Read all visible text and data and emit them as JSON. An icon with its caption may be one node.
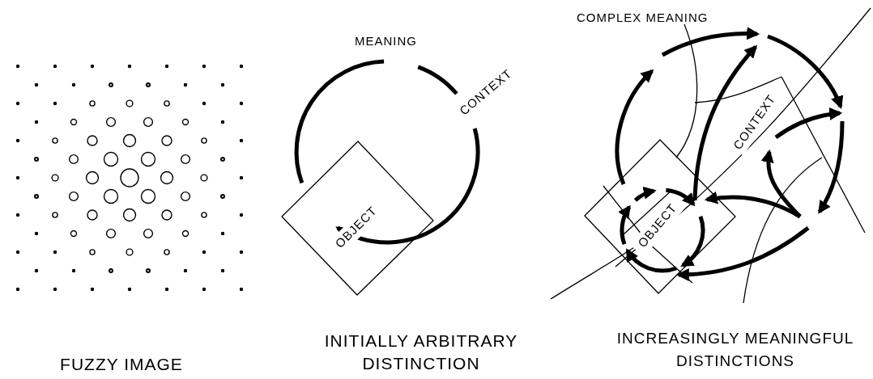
{
  "diagram": {
    "labels": [
      "MEANING",
      "CONTEXT",
      "OBJECT",
      "COMPLEX MEANING",
      "CONTEXT",
      "OBJECT",
      "FUZZY IMAGE",
      "INITIALLY ARBITRARY DISTINCTION",
      "INCREASINGLY MEANINGFUL DISTINCTIONS"
    ]
  }
}
